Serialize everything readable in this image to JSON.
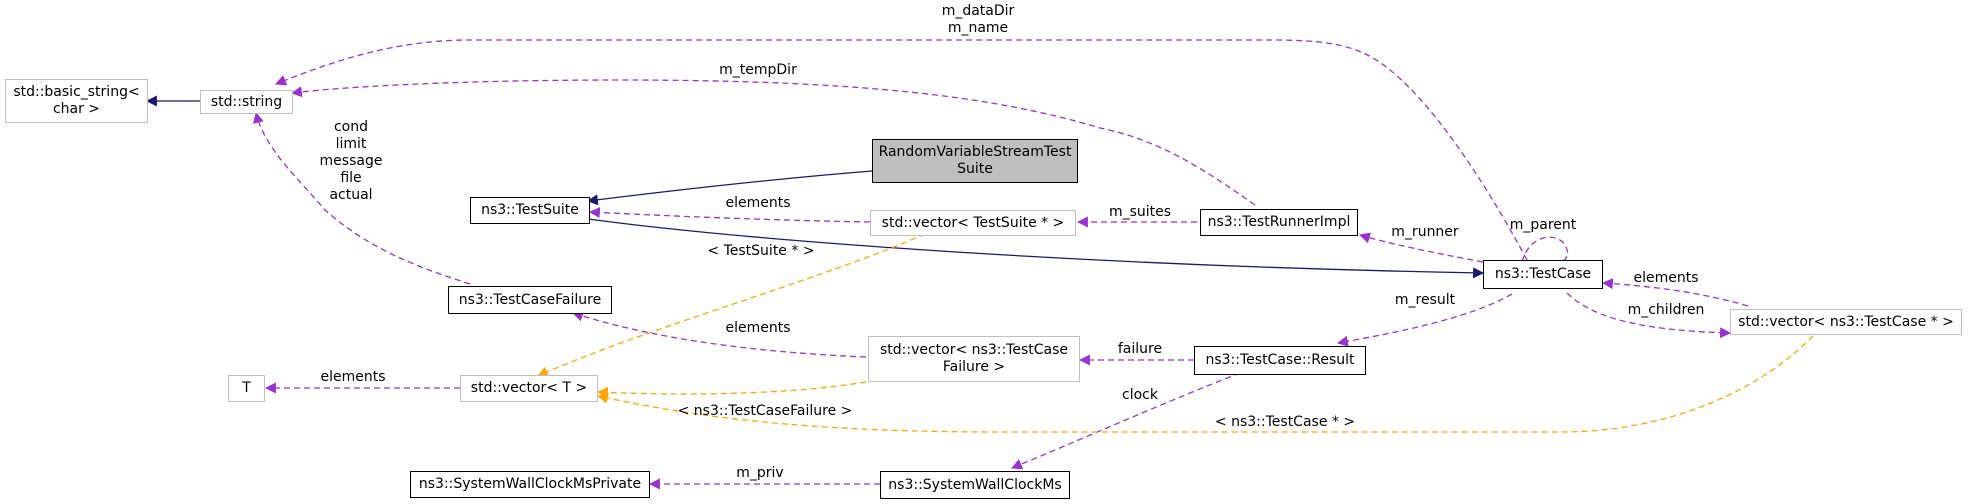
{
  "nodes": {
    "basic_string": "std::basic_string<\nchar >",
    "std_string": "std::string",
    "random_suite": "RandomVariableStreamTest\nSuite",
    "test_suite": "ns3::TestSuite",
    "vector_testsuite": "std::vector< TestSuite * >",
    "runner_impl": "ns3::TestRunnerImpl",
    "test_case": "ns3::TestCase",
    "vector_testcase": "std::vector< ns3::TestCase * >",
    "test_case_failure": "ns3::TestCaseFailure",
    "vector_failure": "std::vector< ns3::TestCase\nFailure >",
    "result": "ns3::TestCase::Result",
    "t": "T",
    "vector_t": "std::vector< T >",
    "clock_private": "ns3::SystemWallClockMsPrivate",
    "clock": "ns3::SystemWallClockMs"
  },
  "edge_labels": {
    "m_datadir_name": "m_dataDir\nm_name",
    "m_tempdir": "m_tempDir",
    "failure_fields": "cond\nlimit\nmessage\nfile\nactual",
    "suite_elements": "elements",
    "m_suites": "m_suites",
    "m_runner": "m_runner",
    "m_parent": "m_parent",
    "case_elements": "elements",
    "m_children": "m_children",
    "m_result": "m_result",
    "testsuite_tmpl": "< TestSuite * >",
    "failure_elements": "elements",
    "failure": "failure",
    "t_elements": "elements",
    "failure_tmpl": "< ns3::TestCaseFailure >",
    "clock": "clock",
    "testcase_tmpl": "< ns3::TestCase * >",
    "m_priv": "m_priv"
  },
  "colors": {
    "inheritance": "#191970",
    "usage": "#9a32cd",
    "template": "#ffa500",
    "focus_fill": "#bfbfbf"
  }
}
